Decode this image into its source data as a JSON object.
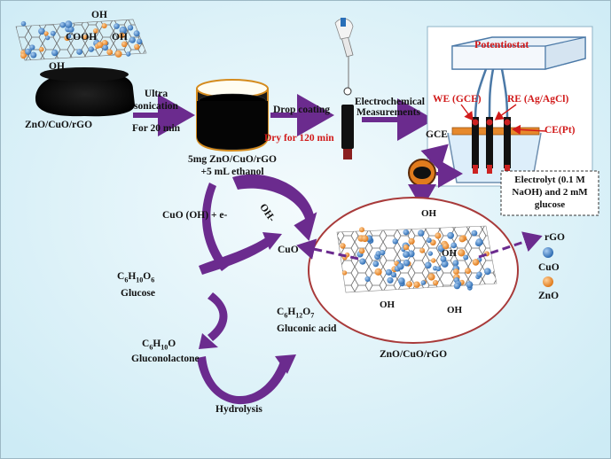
{
  "labels": {
    "oh_top": "OH",
    "cooh": "COOH",
    "oh_right": "OH",
    "oh_left": "OH",
    "material_left": "ZnO/CuO/rGO",
    "ultra_1": "Ultra",
    "ultra_2": "sonication",
    "ultra_3": "For 20 min",
    "beaker_1": "5mg ZnO/CuO/rGO",
    "beaker_2": "+5 mL ethanol",
    "drop_coating": "Drop coating",
    "dry": "Dry for 120 min",
    "echem_1": "Electrochemical",
    "echem_2": "Measurements",
    "potentiostat": "Potentiostat",
    "we": "WE (GCE)",
    "re": "RE (Ag/AgCl)",
    "ce": "CE(Pt)",
    "gce": "GCE",
    "electrolyte_1": "Electrolyt (0.1 M",
    "electrolyte_2": "NaOH) and 2 mM",
    "electrolyte_3": "glucose",
    "cuooh": "CuO (OH) + e-",
    "oh_minus": "OH-",
    "cuo": "CuO",
    "glucose_formula": "C6H10O6",
    "glucose": "Glucose",
    "gluconic_formula": "C6H12O7",
    "gluconic": "Gluconic acid",
    "gluconolactone_formula": "C6H10O",
    "gluconolactone": "Gluconolactone",
    "hydrolysis": "Hydrolysis",
    "ellipse_oh_1": "OH",
    "ellipse_oh_2": "OH",
    "ellipse_oh_3": "OH",
    "ellipse_oh_4": "OH",
    "ellipse_caption": "ZnO/CuO/rGO",
    "legend_rgo": "rGO",
    "legend_cuo": "CuO",
    "legend_zno": "ZnO"
  },
  "colors": {
    "background": "#dcf1f8",
    "arrow": "#6b2b8e",
    "cuo": "#3f80c4",
    "zno": "#ef8a2e",
    "label_red": "#d11a1a",
    "ellipse_border": "#a83a3a"
  }
}
